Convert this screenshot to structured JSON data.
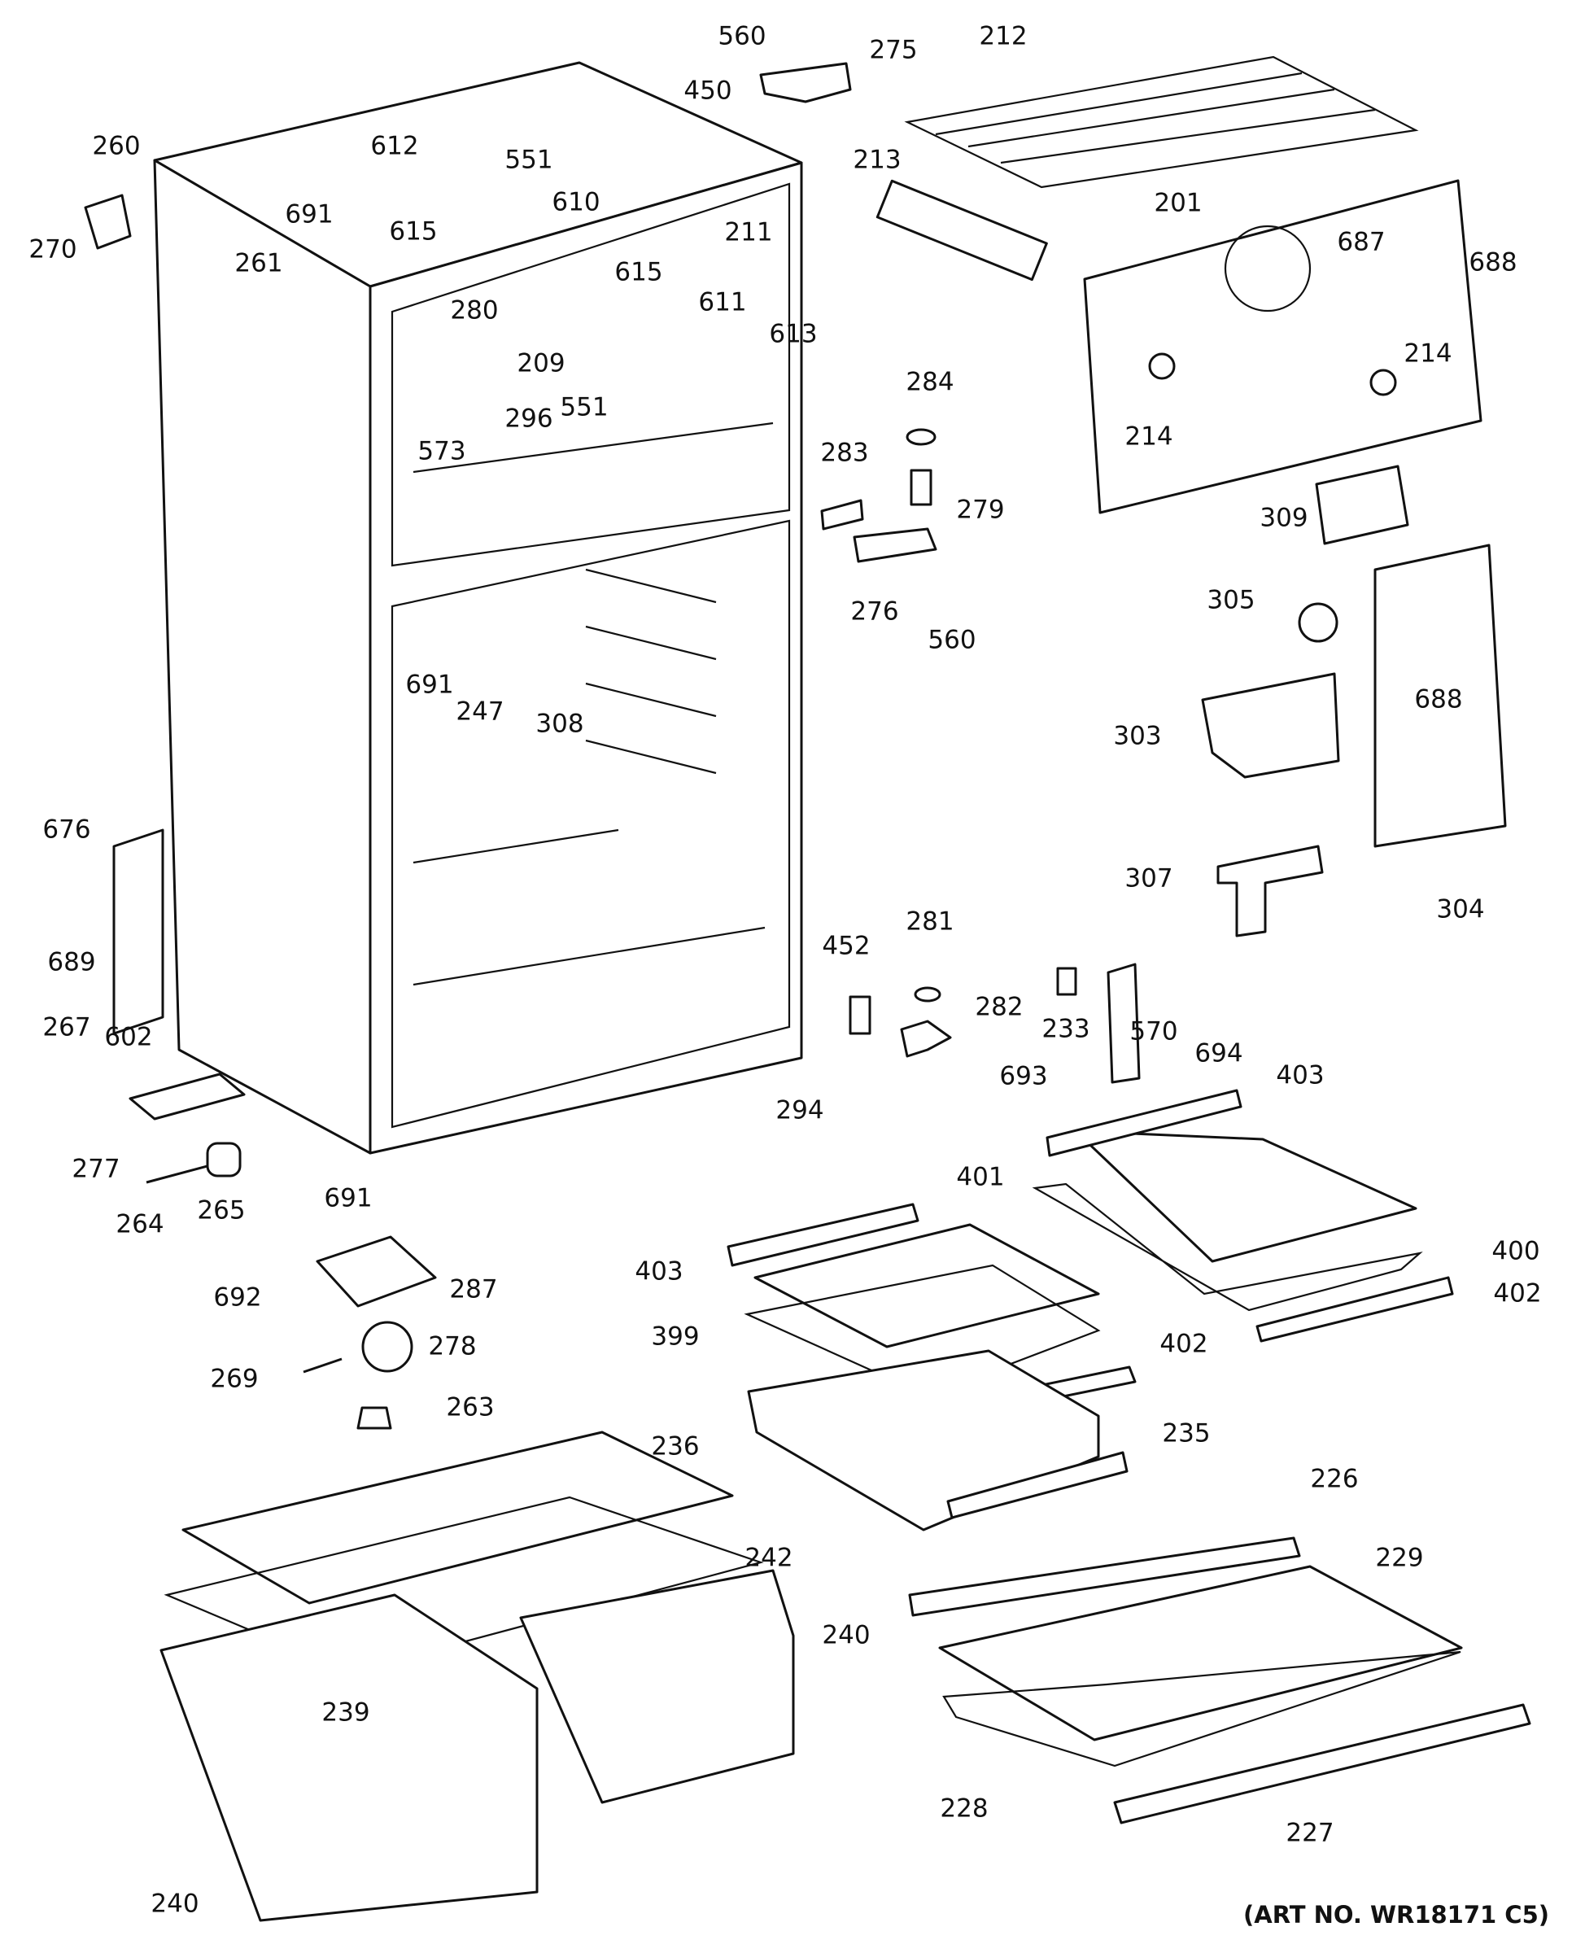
{
  "art_number": "(ART NO. WR18171 C5)",
  "callouts": [
    "560",
    "275",
    "450",
    "212",
    "213",
    "201",
    "687",
    "688",
    "214",
    "214",
    "309",
    "260",
    "270",
    "261",
    "612",
    "551",
    "691",
    "615",
    "610",
    "211",
    "615",
    "611",
    "280",
    "209",
    "613",
    "551",
    "573",
    "296",
    "284",
    "279",
    "283",
    "276",
    "560",
    "305",
    "303",
    "688",
    "304",
    "307",
    "691",
    "247",
    "308",
    "676",
    "689",
    "267",
    "602",
    "277",
    "264",
    "265",
    "691",
    "452",
    "281",
    "282",
    "693",
    "233",
    "570",
    "694",
    "403",
    "401",
    "400",
    "402",
    "294",
    "403",
    "399",
    "402",
    "236",
    "235",
    "692",
    "287",
    "278",
    "269",
    "263",
    "242",
    "240",
    "226",
    "229",
    "239",
    "240",
    "228",
    "227"
  ]
}
